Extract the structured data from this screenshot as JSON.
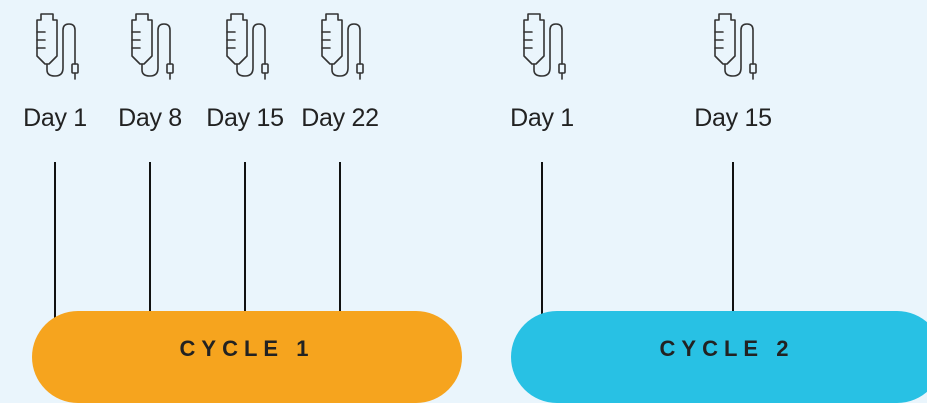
{
  "cycles": [
    {
      "label": "CYCLE 1",
      "color": "#f6a41e",
      "days": [
        "Day 1",
        "Day 8",
        "Day 15",
        "Day 22"
      ]
    },
    {
      "label": "CYCLE 2",
      "color": "#28c1e4",
      "days": [
        "Day 1",
        "Day 15"
      ]
    }
  ],
  "icon": "iv-drip-bag-icon"
}
